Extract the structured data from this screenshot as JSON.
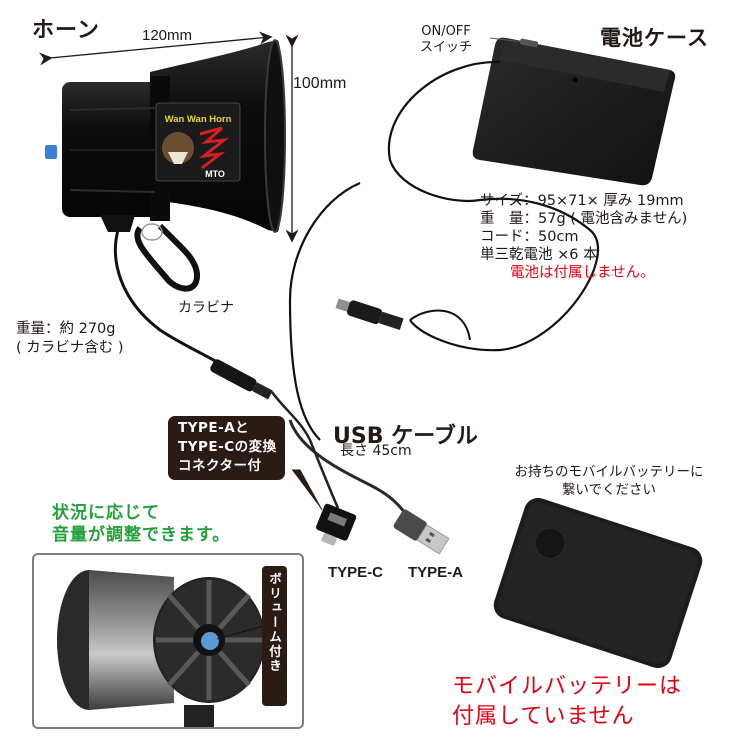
{
  "horn": {
    "title": "ホーン",
    "width_dim": "120mm",
    "height_dim": "100mm",
    "sticker_brand": "Wan Wan Horn",
    "sticker_maker": "MTO",
    "carabiner_label": "カラビナ",
    "weight_line1": "重量：約 270g",
    "weight_line2": "( カラビナ含む )"
  },
  "battery_case": {
    "title": "電池ケース",
    "switch_label_line1": "ON/OFF",
    "switch_label_line2": "スイッチ",
    "specs": [
      "サイズ：95×71× 厚み 19mm",
      "重　量：57g ( 電池含みません)",
      "コード：50cm",
      "単三乾電池 ×6 本"
    ],
    "note": "電池は付属しません。",
    "note_color": "#e60012"
  },
  "usb_cable": {
    "title": "USB ケーブル",
    "length": "長さ 45cm",
    "adapter_bubble": [
      "TYPE-Aと",
      "TYPE-Cの変換",
      "コネクター付"
    ],
    "type_c_label": "TYPE-C",
    "type_a_label": "TYPE-A"
  },
  "volume": {
    "headline_line1": "状況に応じて",
    "headline_line2": "音量が調整できます。",
    "headline_color": "#22a13a",
    "knob_label": "ボリューム付き",
    "knob_color": "#5b9bd5"
  },
  "mobile_battery": {
    "instruction_line1": "お持ちのモバイルバッテリーに",
    "instruction_line2": "繋いでください",
    "note_line1": "モバイルバッテリーは",
    "note_line2": "付属していません",
    "note_color": "#e60012"
  },
  "icons": {
    "dimension_arrow": "double-headed-arrow",
    "pointer_line": "leader-line"
  }
}
